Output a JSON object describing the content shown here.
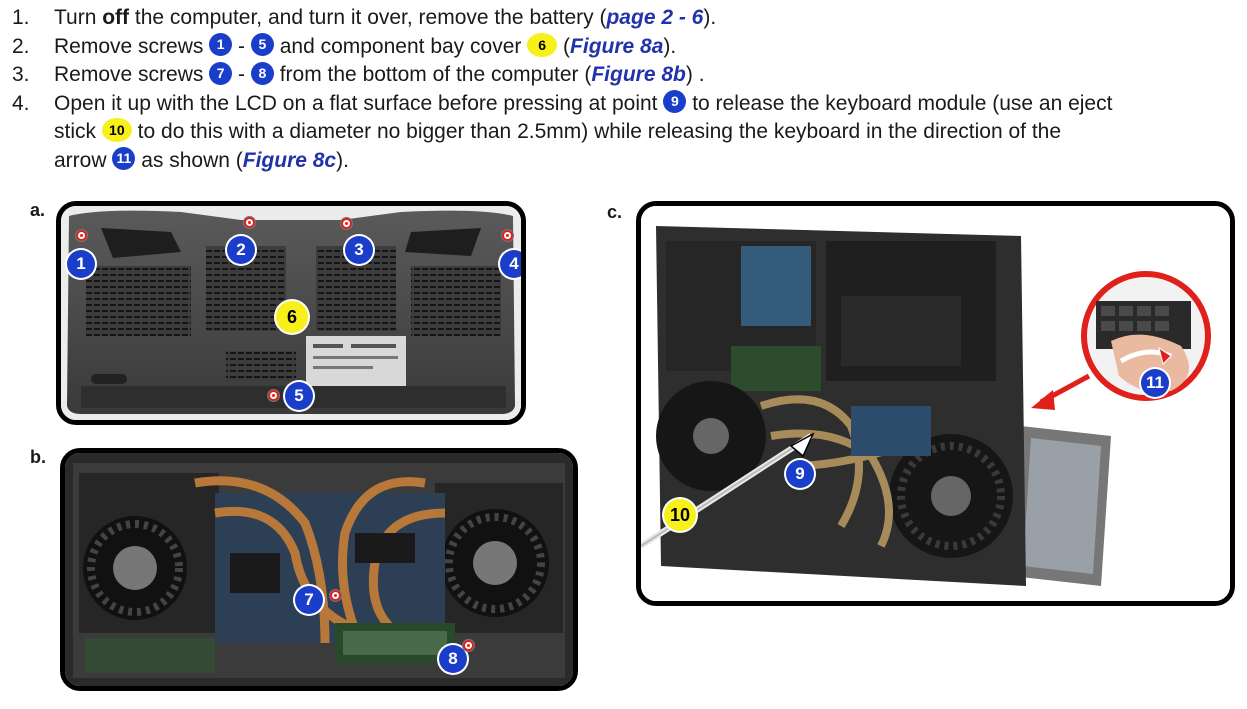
{
  "steps": [
    {
      "num": "1.",
      "t1": "Turn ",
      "bold": "off",
      "t2": " the computer, and turn it over, remove the battery (",
      "ref": "page 2 - 6",
      "t3": ")."
    },
    {
      "num": "2.",
      "t1": "Remove screws ",
      "c1": "1",
      "dash": " - ",
      "c2": "5",
      "t2": " and component bay cover ",
      "c3": "6",
      "t3": " (",
      "ref": "Figure 8a",
      "t4": ")."
    },
    {
      "num": "3.",
      "t1": "Remove screws ",
      "c1": "7",
      "dash": " - ",
      "c2": "8",
      "t2": " from the bottom of the computer (",
      "ref": "Figure 8b",
      "t3": ") ."
    },
    {
      "num": "4.",
      "t1": "Open it up with the LCD on a flat surface before pressing at point ",
      "c1": "9",
      "t2": " to release the keyboard module (use an eject",
      "t3": "stick ",
      "c2": "10",
      "t4": "  to do this with a diameter no bigger than 2.5mm) while releasing the keyboard in the direction of the",
      "t5": "arrow ",
      "c3": "11",
      "t6": " as shown (",
      "ref": "Figure 8c",
      "t7": ")."
    }
  ],
  "figures": {
    "a": {
      "label": "a.",
      "markers": [
        "1",
        "2",
        "3",
        "4",
        "5",
        "6"
      ]
    },
    "b": {
      "label": "b.",
      "markers": [
        "7",
        "8"
      ]
    },
    "c": {
      "label": "c.",
      "markers": [
        "9",
        "10",
        "11"
      ]
    }
  },
  "colors": {
    "callout_blue": "#1a3ec9",
    "callout_yellow": "#f7f01a",
    "reference_text": "#2233aa",
    "screw_red": "#dd2222",
    "arrow_red": "#e0201a"
  }
}
